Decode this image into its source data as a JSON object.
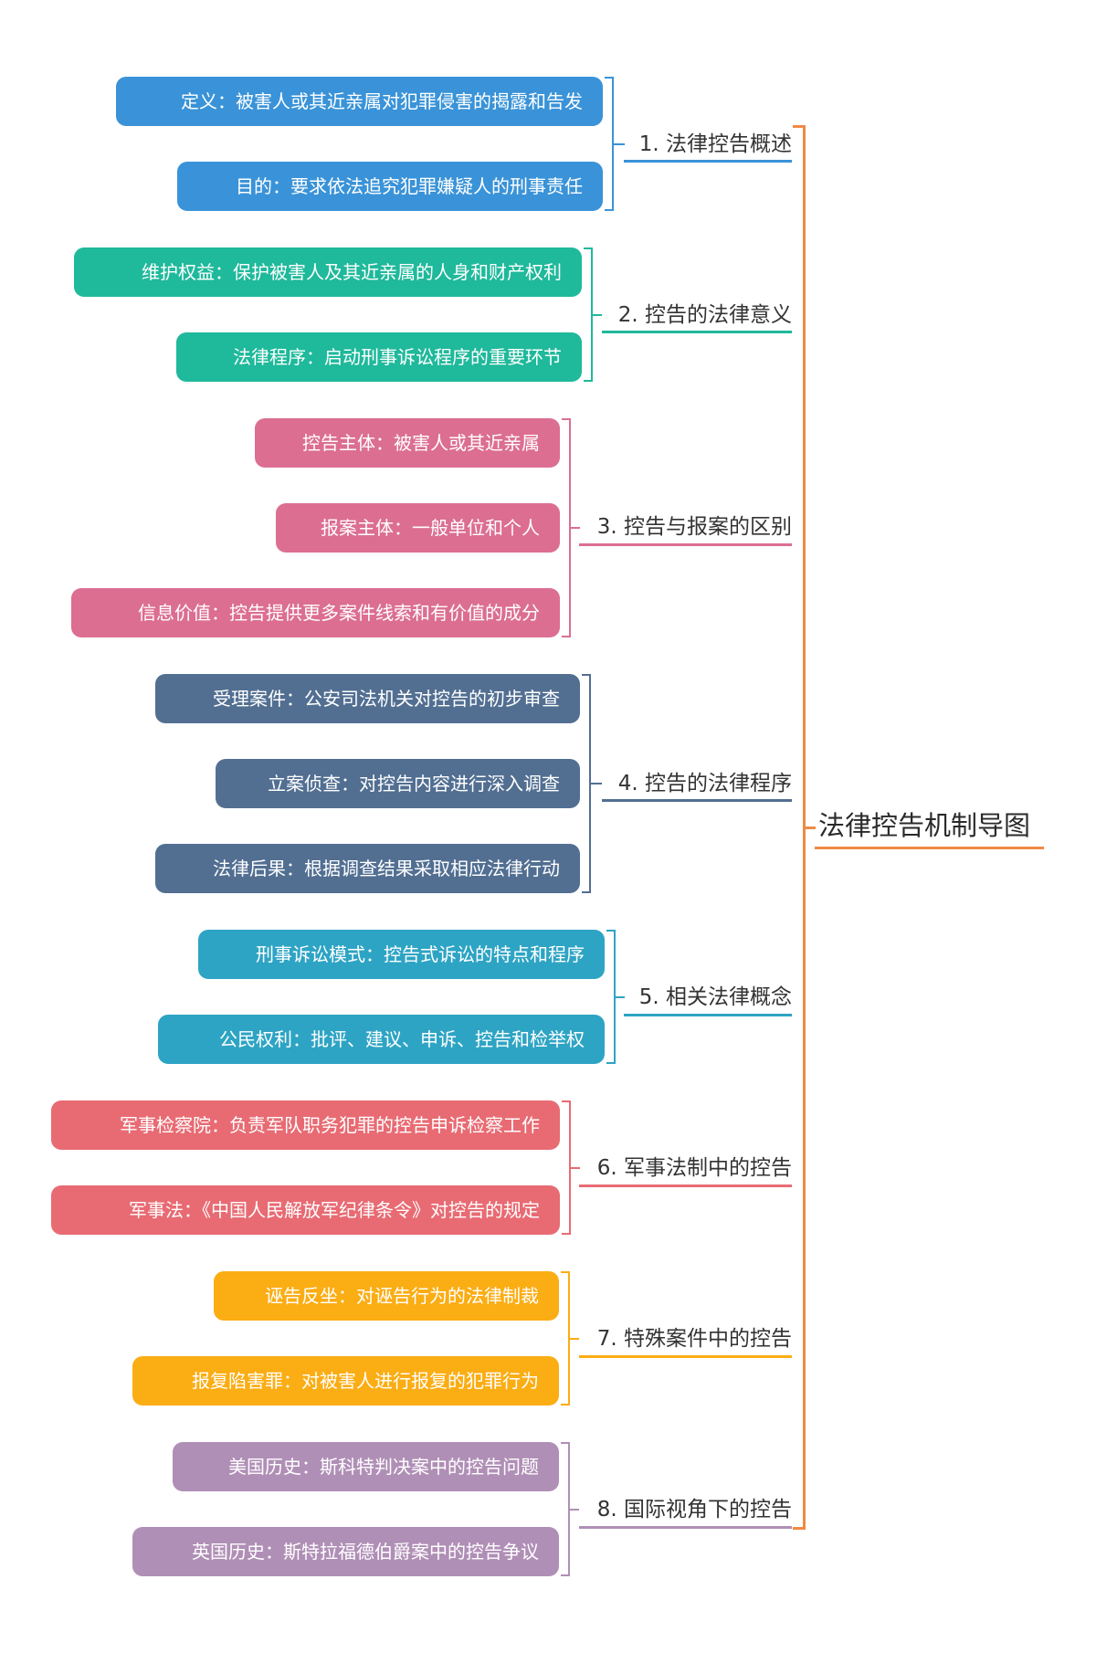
{
  "root": {
    "title": "法律控告机制导图",
    "color": "#ef8a45"
  },
  "categories": [
    {
      "label": "1. 法律控告概述",
      "color": "#3a93d8",
      "items": [
        "定义：被害人或其近亲属对犯罪侵害的揭露和告发",
        "目的：要求依法追究犯罪嫌疑人的刑事责任"
      ]
    },
    {
      "label": "2. 控告的法律意义",
      "color": "#1fb99b",
      "items": [
        "维护权益：保护被害人及其近亲属的人身和财产权利",
        "法律程序：启动刑事诉讼程序的重要环节"
      ]
    },
    {
      "label": "3. 控告与报案的区别",
      "color": "#dc6e92",
      "items": [
        "控告主体：被害人或其近亲属",
        "报案主体：一般单位和个人",
        "信息价值：控告提供更多案件线索和有价值的成分"
      ]
    },
    {
      "label": "4. 控告的法律程序",
      "color": "#526f92",
      "items": [
        "受理案件：公安司法机关对控告的初步审查",
        "立案侦查：对控告内容进行深入调查",
        "法律后果：根据调查结果采取相应法律行动"
      ]
    },
    {
      "label": "5. 相关法律概念",
      "color": "#2ea4c4",
      "items": [
        "刑事诉讼模式：控告式诉讼的特点和程序",
        "公民权利：批评、建议、申诉、控告和检举权"
      ]
    },
    {
      "label": "6. 军事法制中的控告",
      "color": "#e86b73",
      "items": [
        "军事检察院：负责军队职务犯罪的控告申诉检察工作",
        "军事法：《中国人民解放军纪律条令》对控告的规定"
      ]
    },
    {
      "label": "7. 特殊案件中的控告",
      "color": "#fbad14",
      "items": [
        "诬告反坐：对诬告行为的法律制裁",
        "报复陷害罪：对被害人进行报复的犯罪行为"
      ]
    },
    {
      "label": "8. 国际视角下的控告",
      "color": "#b08fb6",
      "items": [
        "美国历史：斯科特判决案中的控告问题",
        "英国历史：斯特拉福德伯爵案中的控告争议"
      ]
    }
  ]
}
